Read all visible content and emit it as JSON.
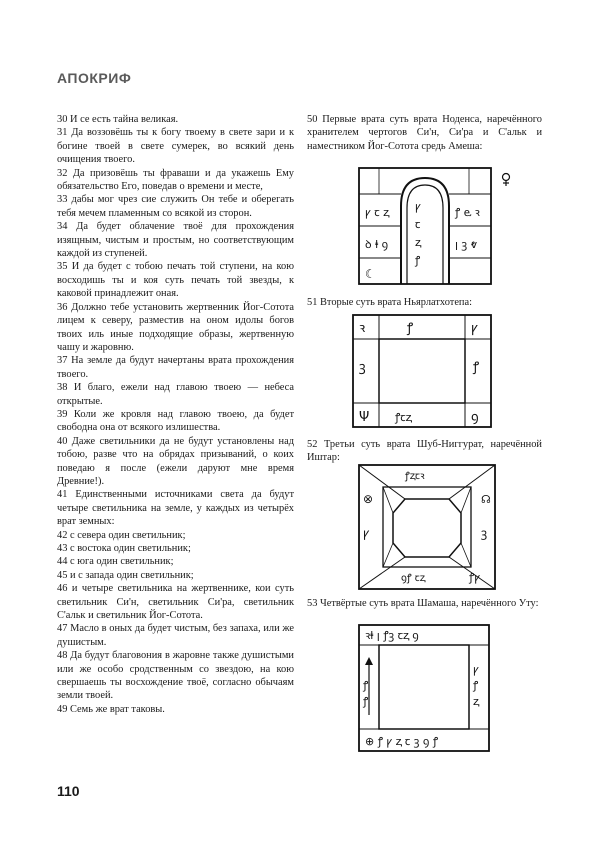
{
  "running_head": "АПОКРИФ",
  "page_number": "110",
  "left_verses": [
    "30 И се есть тайна великая.",
    "31 Да воззовёшь ты к богу твоему в свете зари и к богине твоей в свете сумерек, во всякий день очищения твоего.",
    "32 Да призовёшь ты фраваши и да укажешь Ему обязательство Его, поведав о времени и месте,",
    "33 дабы мог чрез сие служить Он тебе и оберегать тебя мечем пламенным со всякой из сторон.",
    "34 Да будет облачение твоё для прохождения изящным, чистым и простым, но соответствующим каждой из ступеней.",
    "35 И да будет с тобою печать той ступени, на кою восходишь ты и коя суть печать той звезды, к каковой принадлежит оная.",
    "36 Должно тебе установить жертвенник Йог-Сотота лицем к северу, разместив на оном идолы богов твоих иль иные подходящие образы, жертвенную чашу и жаровню.",
    "37 На земле да будут начертаны врата прохождения твоего.",
    "38 И благо, ежели над главою твоею — небеса открытые.",
    "39 Коли же кровля над главою твоею, да будет свободна она от всякого излишества.",
    "40 Даже светильники да не будут установлены над тобою, разве что на обрядах призываний, о коих поведаю я после (ежели даруют мне время Древние!).",
    "41 Единственными источниками света да будут четыре светильника на земле, у каждых из четырёх врат земных:",
    "42 с севера один светильник;",
    "43 с востока один светильник;",
    "44 с юга один светильник;",
    "45 и с запада один светильник;",
    "46 и четыре светильника на жертвеннике, кои суть светильник Си'н, светильник Си'ра, светильник С'альк и светильник Йог-Сотота.",
    "47 Масло в оных да будет чистым, без запаха, или же душистым.",
    "48 Да будут благовония в жаровне также душистыми или же особо сродственным со звездою, на кою свершаешь ты восхождение твоё, согласно обычаям земли твоей.",
    "49 Семь же врат таковы."
  ],
  "right_verses": {
    "v50": "50 Первые врата суть врата Ноденса, наречённого хранителем чертогов Си'н, Си'ра и С'альк и наместником Йог-Сотота средь Амеша:",
    "v51": "51 Вторые суть врата Ньярлатхотепа:",
    "v52": "52 Третьи суть врата Шуб-Ниггурат, наречённой Иштар:",
    "v53": "53 Четвёртые суть врата Шамаша, наречённого Уту:"
  },
  "icons": {
    "gate1": "nodens-gate-seal-icon",
    "gate2": "nyarlathotep-gate-seal-icon",
    "gate3": "shub-niggurath-gate-seal-icon",
    "gate4": "shamash-gate-seal-icon"
  }
}
